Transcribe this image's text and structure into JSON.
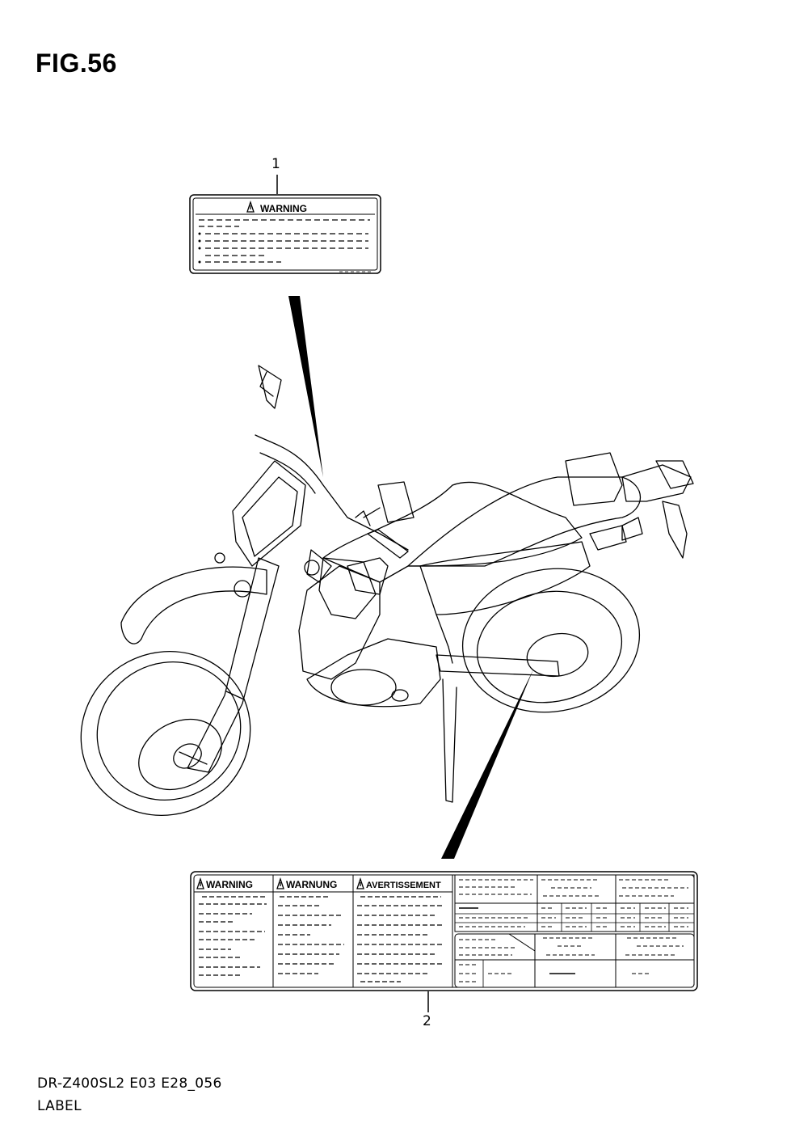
{
  "figure": {
    "title": "FIG.56"
  },
  "callouts": [
    {
      "number": "1"
    },
    {
      "number": "2"
    }
  ],
  "label1": {
    "header": "WARNING",
    "icon": "warning-triangle-icon"
  },
  "label2": {
    "headers": [
      "WARNING",
      "WARNUNG",
      "AVERTISSEMENT"
    ],
    "icon": "warning-triangle-icon"
  },
  "footer": {
    "model_code": "DR-Z400SL2 E03 E28_056",
    "section": "LABEL"
  }
}
